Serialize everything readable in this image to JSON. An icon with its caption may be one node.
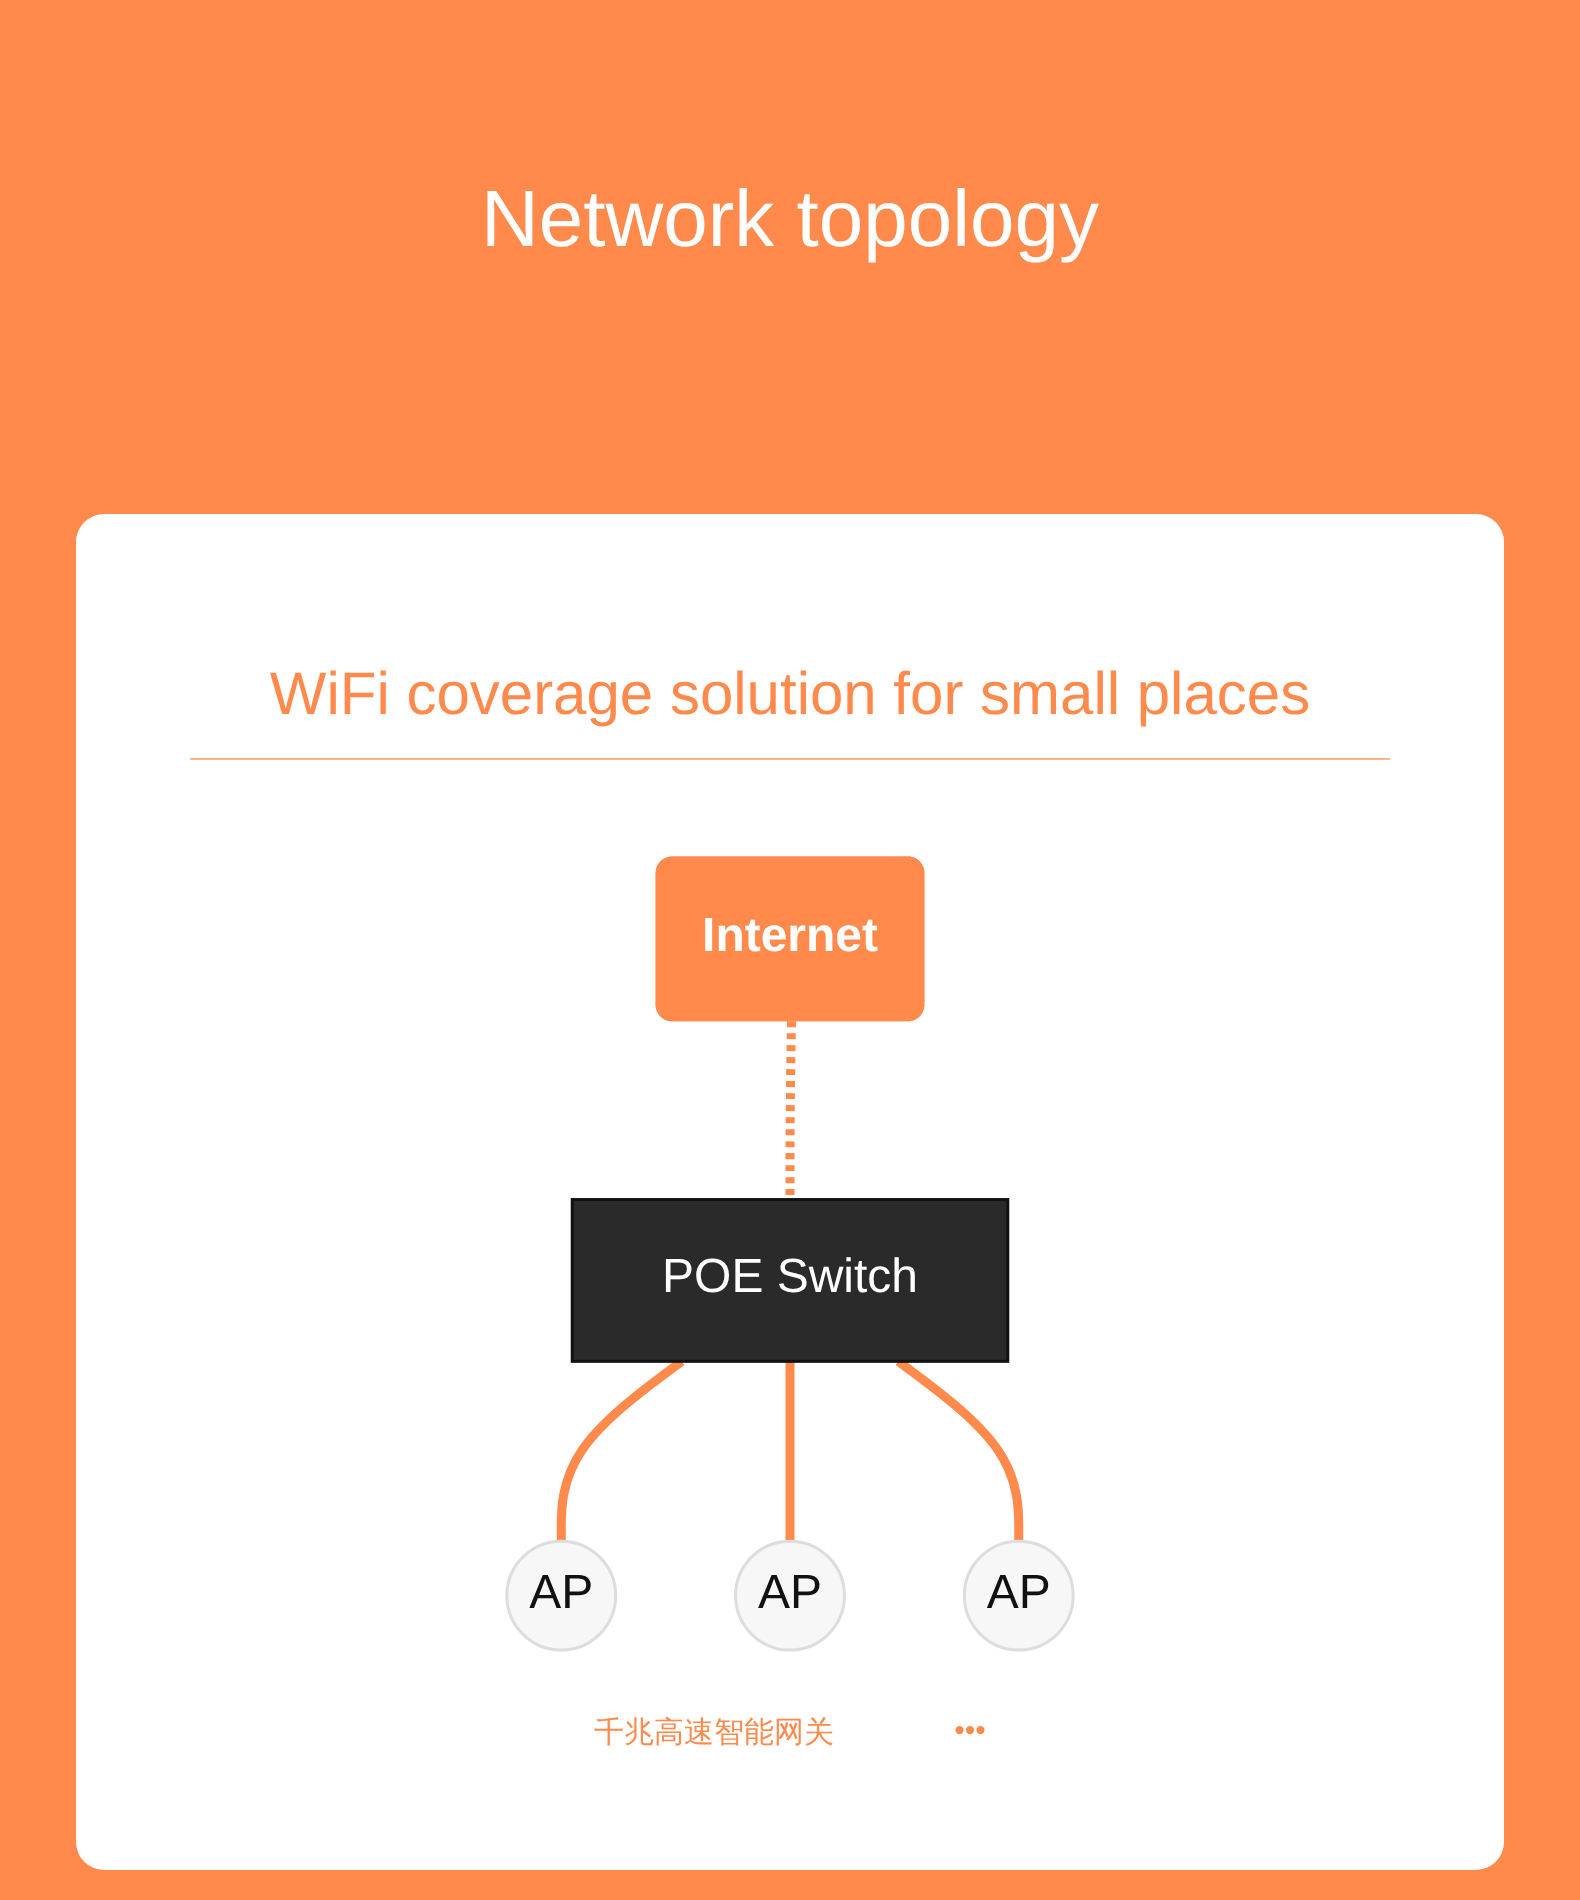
{
  "diagram": {
    "title": "Network topology",
    "nodes": [
      {
        "text": [
          "Internet"
        ]
      },
      {
        "text": [
          "POE Switch"
        ]
      },
      {
        "text": [
          "AP"
        ]
      },
      {
        "text": [
          "AP"
        ]
      },
      {
        "text": [
          "AP"
        ]
      }
    ],
    "edges": [
      {
        "from": 0,
        "to": 1,
        "arrow": "none",
        "style": "dashed"
      },
      {
        "from": 1,
        "to": 2,
        "arrow": "none"
      },
      {
        "from": 1,
        "to": 3,
        "arrow": "none"
      },
      {
        "from": 1,
        "to": 4,
        "arrow": "none"
      }
    ],
    "labels": [
      "WiFi coverage solution for small places",
      "千兆高速智能网关",
      "•••"
    ]
  }
}
